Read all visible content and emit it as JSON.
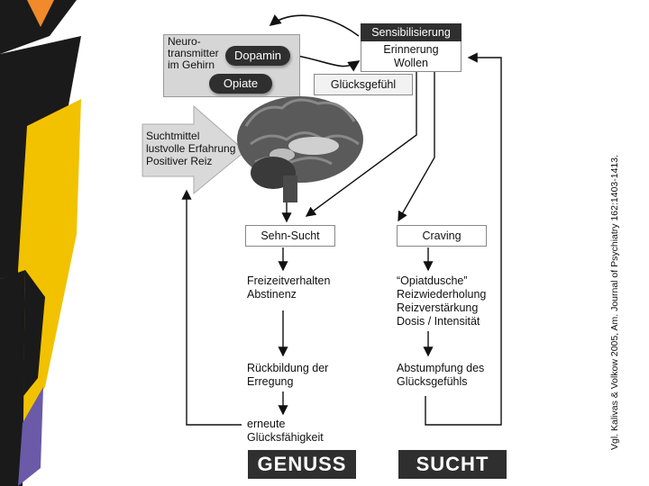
{
  "neurotransmitter_label": "Neuro-\ntransmitter\nim Gehirn",
  "dopamin": "Dopamin",
  "opiate": "Opiate",
  "gluecksgefuehl": "Glücksgefühl",
  "sensibilisierung": "Sensibilisierung",
  "erinnerung_wollen": "Erinnerung\nWollen",
  "suchtmittel": "Suchtmittel\nlustvolle Erfahrung\nPositiver Reiz",
  "sehn_sucht": "Sehn-Sucht",
  "craving": "Craving",
  "left_col": {
    "step1": "Freizeitverhalten\nAbstinenz",
    "step2": "Rückbildung der\nErregung",
    "step3": "erneute\nGlücksfähigkeit"
  },
  "right_col": {
    "step1": "“Opiatdusche”\nReizwiederholung\nReizverstärkung\nDosis / Intensität",
    "step2": "Abstumpfung des\nGlücksgefühls"
  },
  "genuss": "GENUSS",
  "sucht": "SUCHT",
  "citation": "Vgl. Kalivas & Volkow 2005, Am. Journal of Psychiatry 162:1403-1413."
}
